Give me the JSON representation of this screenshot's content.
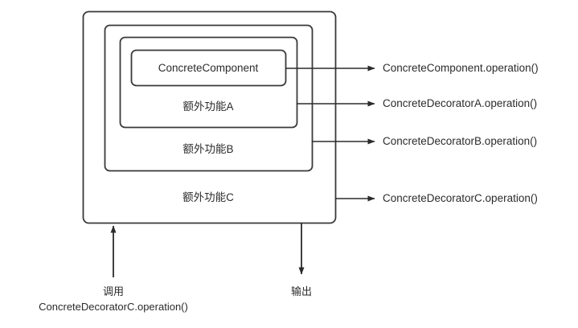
{
  "diagram": {
    "title": "Decorator pattern nested component diagram",
    "stroke_color": "#3a3a3a",
    "text_color": "#2b2b2b",
    "background_color": "#ffffff",
    "boxes": [
      {
        "id": "decorator-c",
        "label": "额外功能C",
        "level": 1
      },
      {
        "id": "decorator-b",
        "label": "额外功能B",
        "level": 2
      },
      {
        "id": "decorator-a",
        "label": "额外功能A",
        "level": 3
      },
      {
        "id": "concrete-component",
        "label": "ConcreteComponent",
        "level": 4
      }
    ],
    "right_labels": [
      {
        "id": "call-component",
        "text": "ConcreteComponent.operation()"
      },
      {
        "id": "call-decorator-a",
        "text": "ConcreteDecoratorA.operation()"
      },
      {
        "id": "call-decorator-b",
        "text": "ConcreteDecoratorB.operation()"
      },
      {
        "id": "call-decorator-c",
        "text": "ConcreteDecoratorC.operation()"
      }
    ],
    "bottom_labels": {
      "input": {
        "line1": "调用",
        "line2": "ConcreteDecoratorC.operation()"
      },
      "output": {
        "line1": "输出"
      }
    }
  }
}
